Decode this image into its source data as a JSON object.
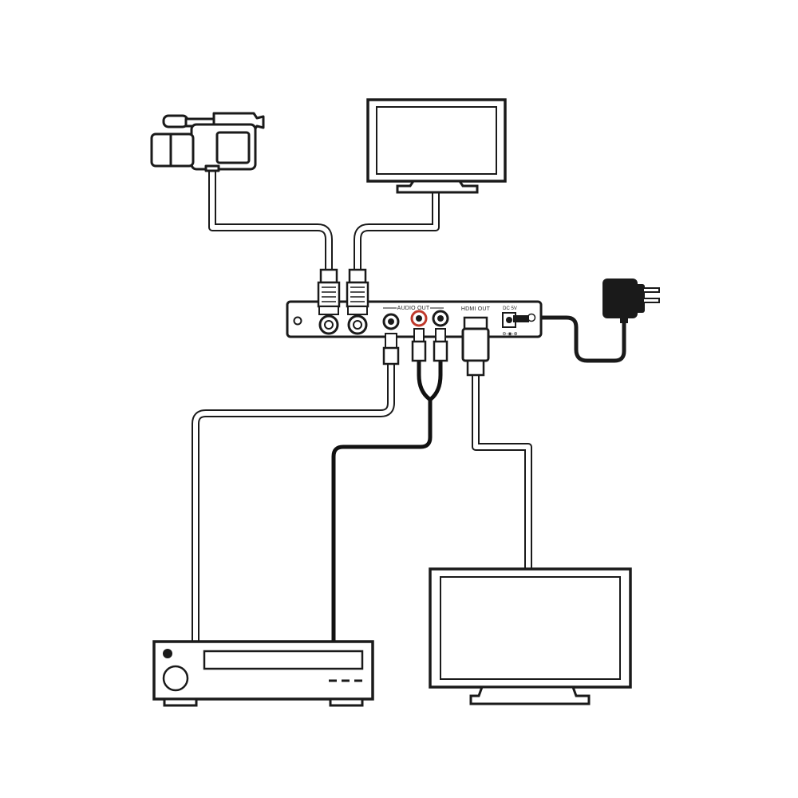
{
  "device": {
    "audio_out_label": "AUDIO OUT",
    "hdmi_out_label": "HDMI OUT",
    "dc_label": "DC 5V",
    "polarity_label": "⊖-◉-⊕"
  },
  "colors": {
    "outline": "#1a1a1a",
    "cable_light": "#ffffff",
    "cable_dark": "#111111",
    "audio_red_ring": "#c0392b"
  },
  "icons": [
    "camcorder-icon",
    "monitor-icon",
    "power-adapter-icon",
    "av-receiver-icon",
    "tv-icon",
    "converter-box-icon"
  ]
}
